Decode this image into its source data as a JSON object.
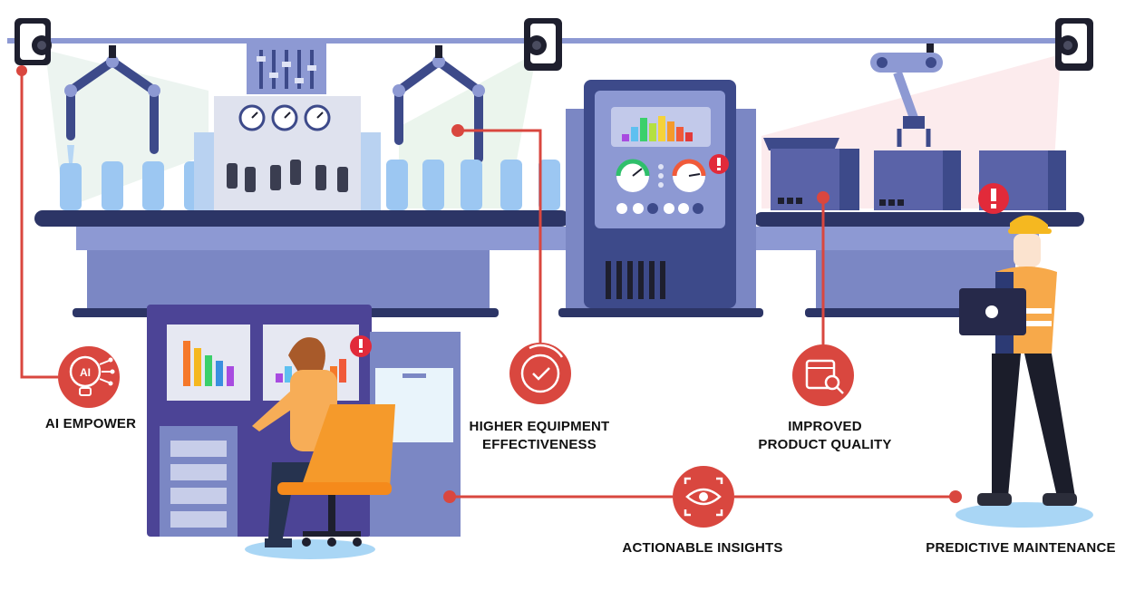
{
  "labels": {
    "ai_empower": "AI EMPOWER",
    "equipment_line1": "HIGHER EQUIPMENT",
    "equipment_line2": "EFFECTIVENESS",
    "quality_line1": "IMPROVED",
    "quality_line2": "PRODUCT QUALITY",
    "insights": "ACTIONABLE INSIGHTS",
    "maintenance": "PREDICTIVE MAINTENANCE",
    "ai_badge": "AI"
  },
  "colors": {
    "connector": "#d9473f",
    "icon_circle": "#d9473f",
    "machine_dark": "#3d4a8a",
    "machine_mid": "#8a96cf",
    "bottle": "#9cc7f2",
    "box": "#5a63a8",
    "worker_vest": "#f79a2b",
    "helmet": "#f5b820"
  },
  "icons": [
    "ai-brain-icon",
    "gauge-clock-icon",
    "quality-inspect-icon",
    "eye-scan-icon",
    "alert-icon"
  ]
}
